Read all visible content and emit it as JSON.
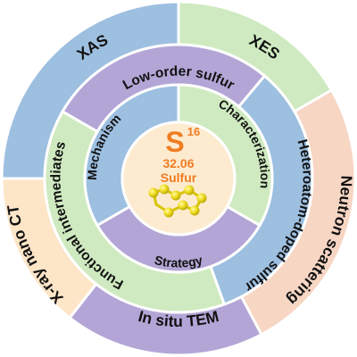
{
  "colors": {
    "blue": "#9dbfe0",
    "green": "#cfeac0",
    "peach": "#fde5c8",
    "purple": "#b3a6d6",
    "salmon": "#f7d6c4",
    "center": "#fdebd0",
    "sulfur_orange": "#ef7d22",
    "sulfur_yellow": "#f3e02a",
    "ring_stroke": "#ffffff"
  },
  "outer_ring": [
    {
      "label": "XAS",
      "color": "blue"
    },
    {
      "label": "XES",
      "color": "green"
    },
    {
      "label": "Neutron scattering",
      "color": "salmon"
    },
    {
      "label": "In situ TEM",
      "color": "purple"
    },
    {
      "label": "X-ray nano CT",
      "color": "peach"
    }
  ],
  "middle_ring": [
    {
      "label": "Low-order sulfur",
      "color": "purple"
    },
    {
      "label": "Heteroatom-doped sulfur",
      "color": "blue"
    },
    {
      "label": "Functional intermediates",
      "color": "green"
    }
  ],
  "inner_ring": [
    {
      "label": "Mechanism",
      "color": "blue"
    },
    {
      "label": "Characterization",
      "color": "green"
    },
    {
      "label": "Strategy",
      "color": "purple"
    }
  ],
  "element": {
    "symbol": "S",
    "atomic_number": "16",
    "atomic_mass": "32.06",
    "name": "Sulfur",
    "molecule_icon": "S8-ring-molecule-icon"
  }
}
